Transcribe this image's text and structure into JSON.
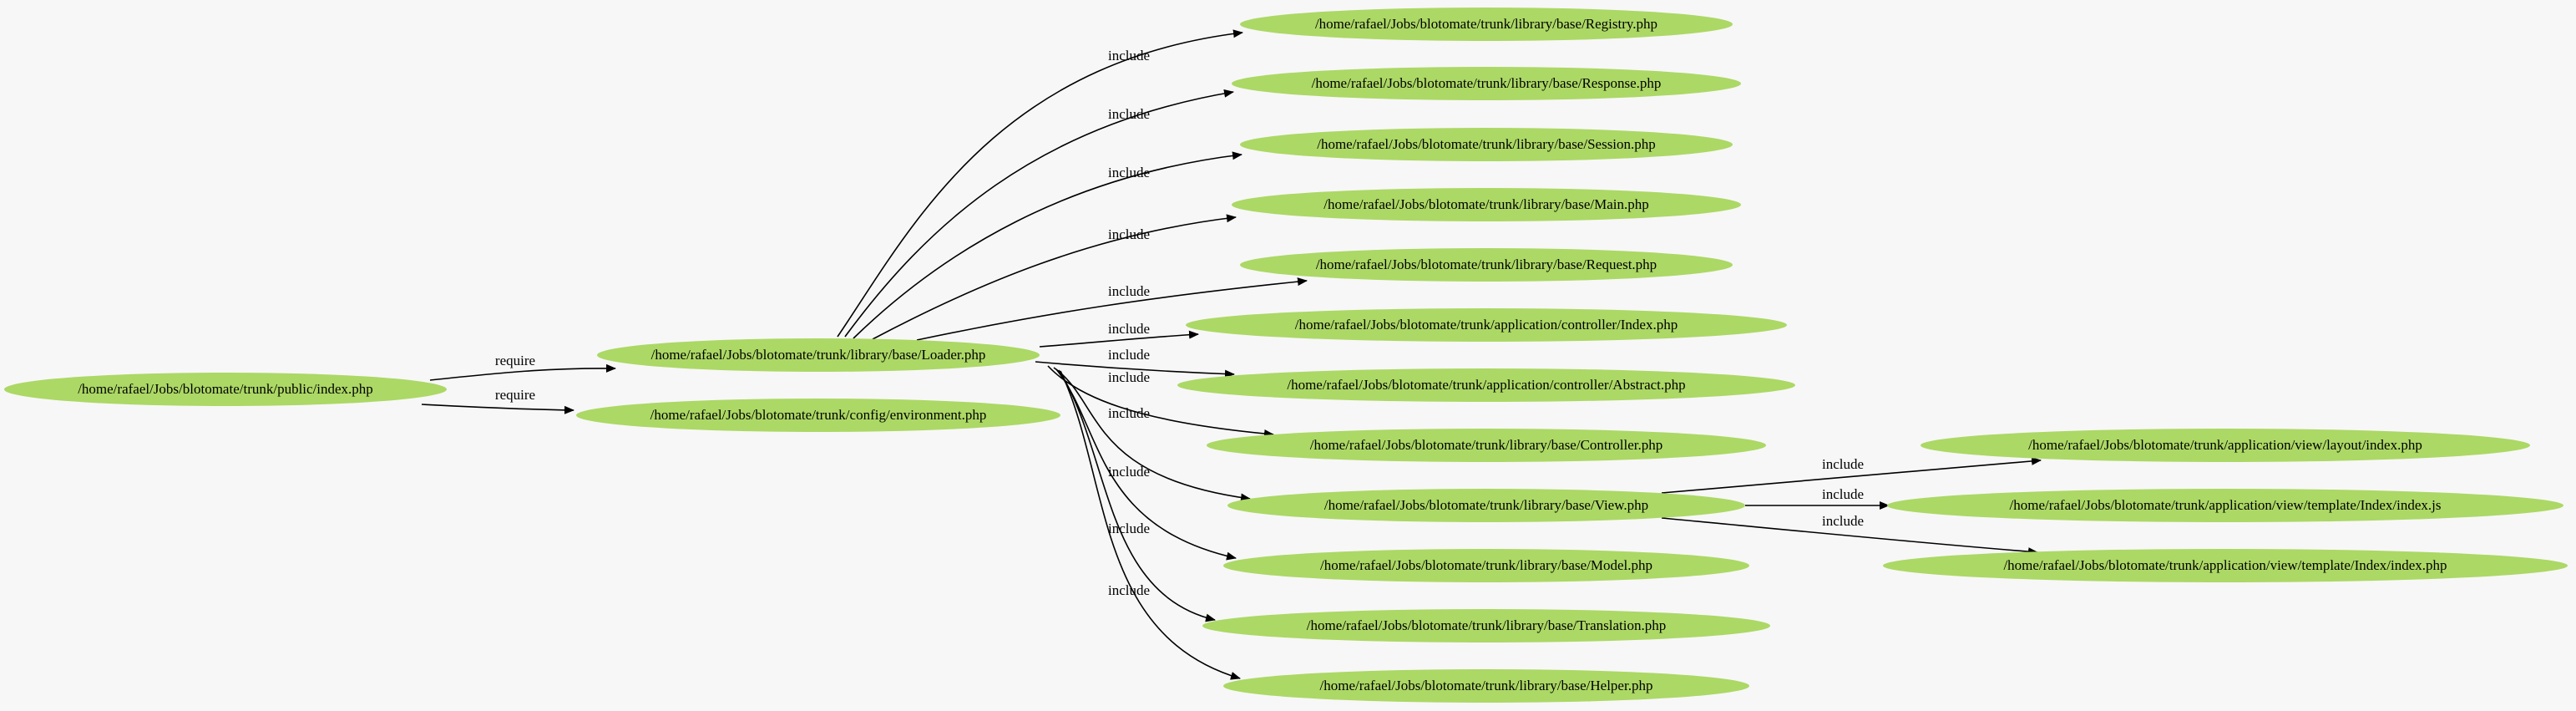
{
  "graph": {
    "colors": {
      "background": "#f7f7f7",
      "node_fill": "#acd865",
      "edge": "#000000"
    },
    "nodes": [
      {
        "id": "index",
        "label": "/home/rafael/Jobs/blotomate/trunk/public/index.php"
      },
      {
        "id": "loader",
        "label": "/home/rafael/Jobs/blotomate/trunk/library/base/Loader.php"
      },
      {
        "id": "env",
        "label": "/home/rafael/Jobs/blotomate/trunk/config/environment.php"
      },
      {
        "id": "registry",
        "label": "/home/rafael/Jobs/blotomate/trunk/library/base/Registry.php"
      },
      {
        "id": "response",
        "label": "/home/rafael/Jobs/blotomate/trunk/library/base/Response.php"
      },
      {
        "id": "session",
        "label": "/home/rafael/Jobs/blotomate/trunk/library/base/Session.php"
      },
      {
        "id": "main",
        "label": "/home/rafael/Jobs/blotomate/trunk/library/base/Main.php"
      },
      {
        "id": "request",
        "label": "/home/rafael/Jobs/blotomate/trunk/library/base/Request.php"
      },
      {
        "id": "ctrlindex",
        "label": "/home/rafael/Jobs/blotomate/trunk/application/controller/Index.php"
      },
      {
        "id": "ctrlabstract",
        "label": "/home/rafael/Jobs/blotomate/trunk/application/controller/Abstract.php"
      },
      {
        "id": "controller",
        "label": "/home/rafael/Jobs/blotomate/trunk/library/base/Controller.php"
      },
      {
        "id": "view",
        "label": "/home/rafael/Jobs/blotomate/trunk/library/base/View.php"
      },
      {
        "id": "model",
        "label": "/home/rafael/Jobs/blotomate/trunk/library/base/Model.php"
      },
      {
        "id": "translation",
        "label": "/home/rafael/Jobs/blotomate/trunk/library/base/Translation.php"
      },
      {
        "id": "helper",
        "label": "/home/rafael/Jobs/blotomate/trunk/library/base/Helper.php"
      },
      {
        "id": "layout",
        "label": "/home/rafael/Jobs/blotomate/trunk/application/view/layout/index.php"
      },
      {
        "id": "tpljs",
        "label": "/home/rafael/Jobs/blotomate/trunk/application/view/template/Index/index.js"
      },
      {
        "id": "tplphp",
        "label": "/home/rafael/Jobs/blotomate/trunk/application/view/template/Index/index.php"
      }
    ],
    "edges": [
      {
        "from": "index",
        "to": "loader",
        "label": "require"
      },
      {
        "from": "index",
        "to": "env",
        "label": "require"
      },
      {
        "from": "loader",
        "to": "registry",
        "label": "include"
      },
      {
        "from": "loader",
        "to": "response",
        "label": "include"
      },
      {
        "from": "loader",
        "to": "session",
        "label": "include"
      },
      {
        "from": "loader",
        "to": "main",
        "label": "include"
      },
      {
        "from": "loader",
        "to": "request",
        "label": "include"
      },
      {
        "from": "loader",
        "to": "ctrlindex",
        "label": "include"
      },
      {
        "from": "loader",
        "to": "ctrlabstract",
        "label": "include"
      },
      {
        "from": "loader",
        "to": "controller",
        "label": "include"
      },
      {
        "from": "loader",
        "to": "view",
        "label": "include"
      },
      {
        "from": "loader",
        "to": "model",
        "label": "include"
      },
      {
        "from": "loader",
        "to": "translation",
        "label": "include"
      },
      {
        "from": "loader",
        "to": "helper",
        "label": "include"
      },
      {
        "from": "view",
        "to": "layout",
        "label": "include"
      },
      {
        "from": "view",
        "to": "tpljs",
        "label": "include"
      },
      {
        "from": "view",
        "to": "tplphp",
        "label": "include"
      }
    ]
  }
}
